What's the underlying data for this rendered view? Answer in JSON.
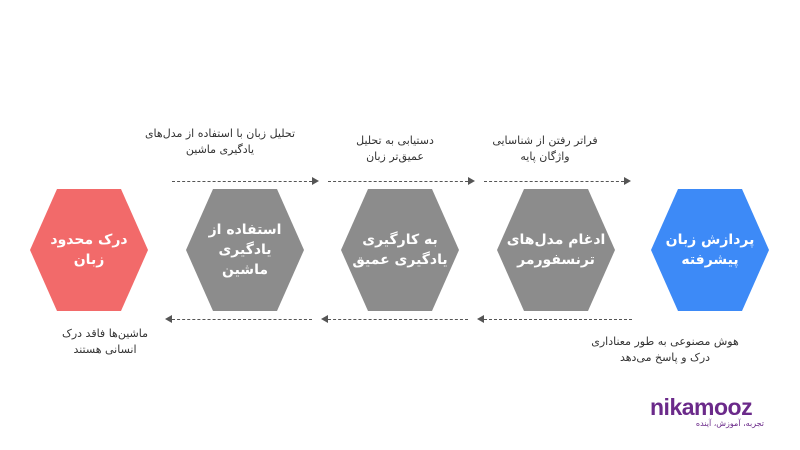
{
  "stages": [
    {
      "label": "درک محدود زبان",
      "color": "#f26a6a"
    },
    {
      "label": "استفاده از\nیادگیری ماشین",
      "color": "#8c8c8c"
    },
    {
      "label": "به کارگیری\nیادگیری عمیق",
      "color": "#8c8c8c"
    },
    {
      "label": "ادغام مدل‌های\nترنسفورمر",
      "color": "#8c8c8c"
    },
    {
      "label": "پردازش زبان\nپیشرفته",
      "color": "#3d8af7"
    }
  ],
  "captions_top": [
    "تحلیل زبان با استفاده از مدل‌های\nیادگیری ماشین",
    "دستیابی به تحلیل\nعمیق‌تر زبان",
    "فراتر رفتن از شناسایی\nواژگان پایه"
  ],
  "captions_bottom": {
    "left": "ماشین‌ها فاقد درک\nانسانی هستند",
    "right": "هوش مصنوعی به طور معناداری\nدرک و پاسخ می‌دهد"
  },
  "logo": {
    "word": "nikamooz",
    "tagline": "تجربه، آموزش، آینده"
  }
}
